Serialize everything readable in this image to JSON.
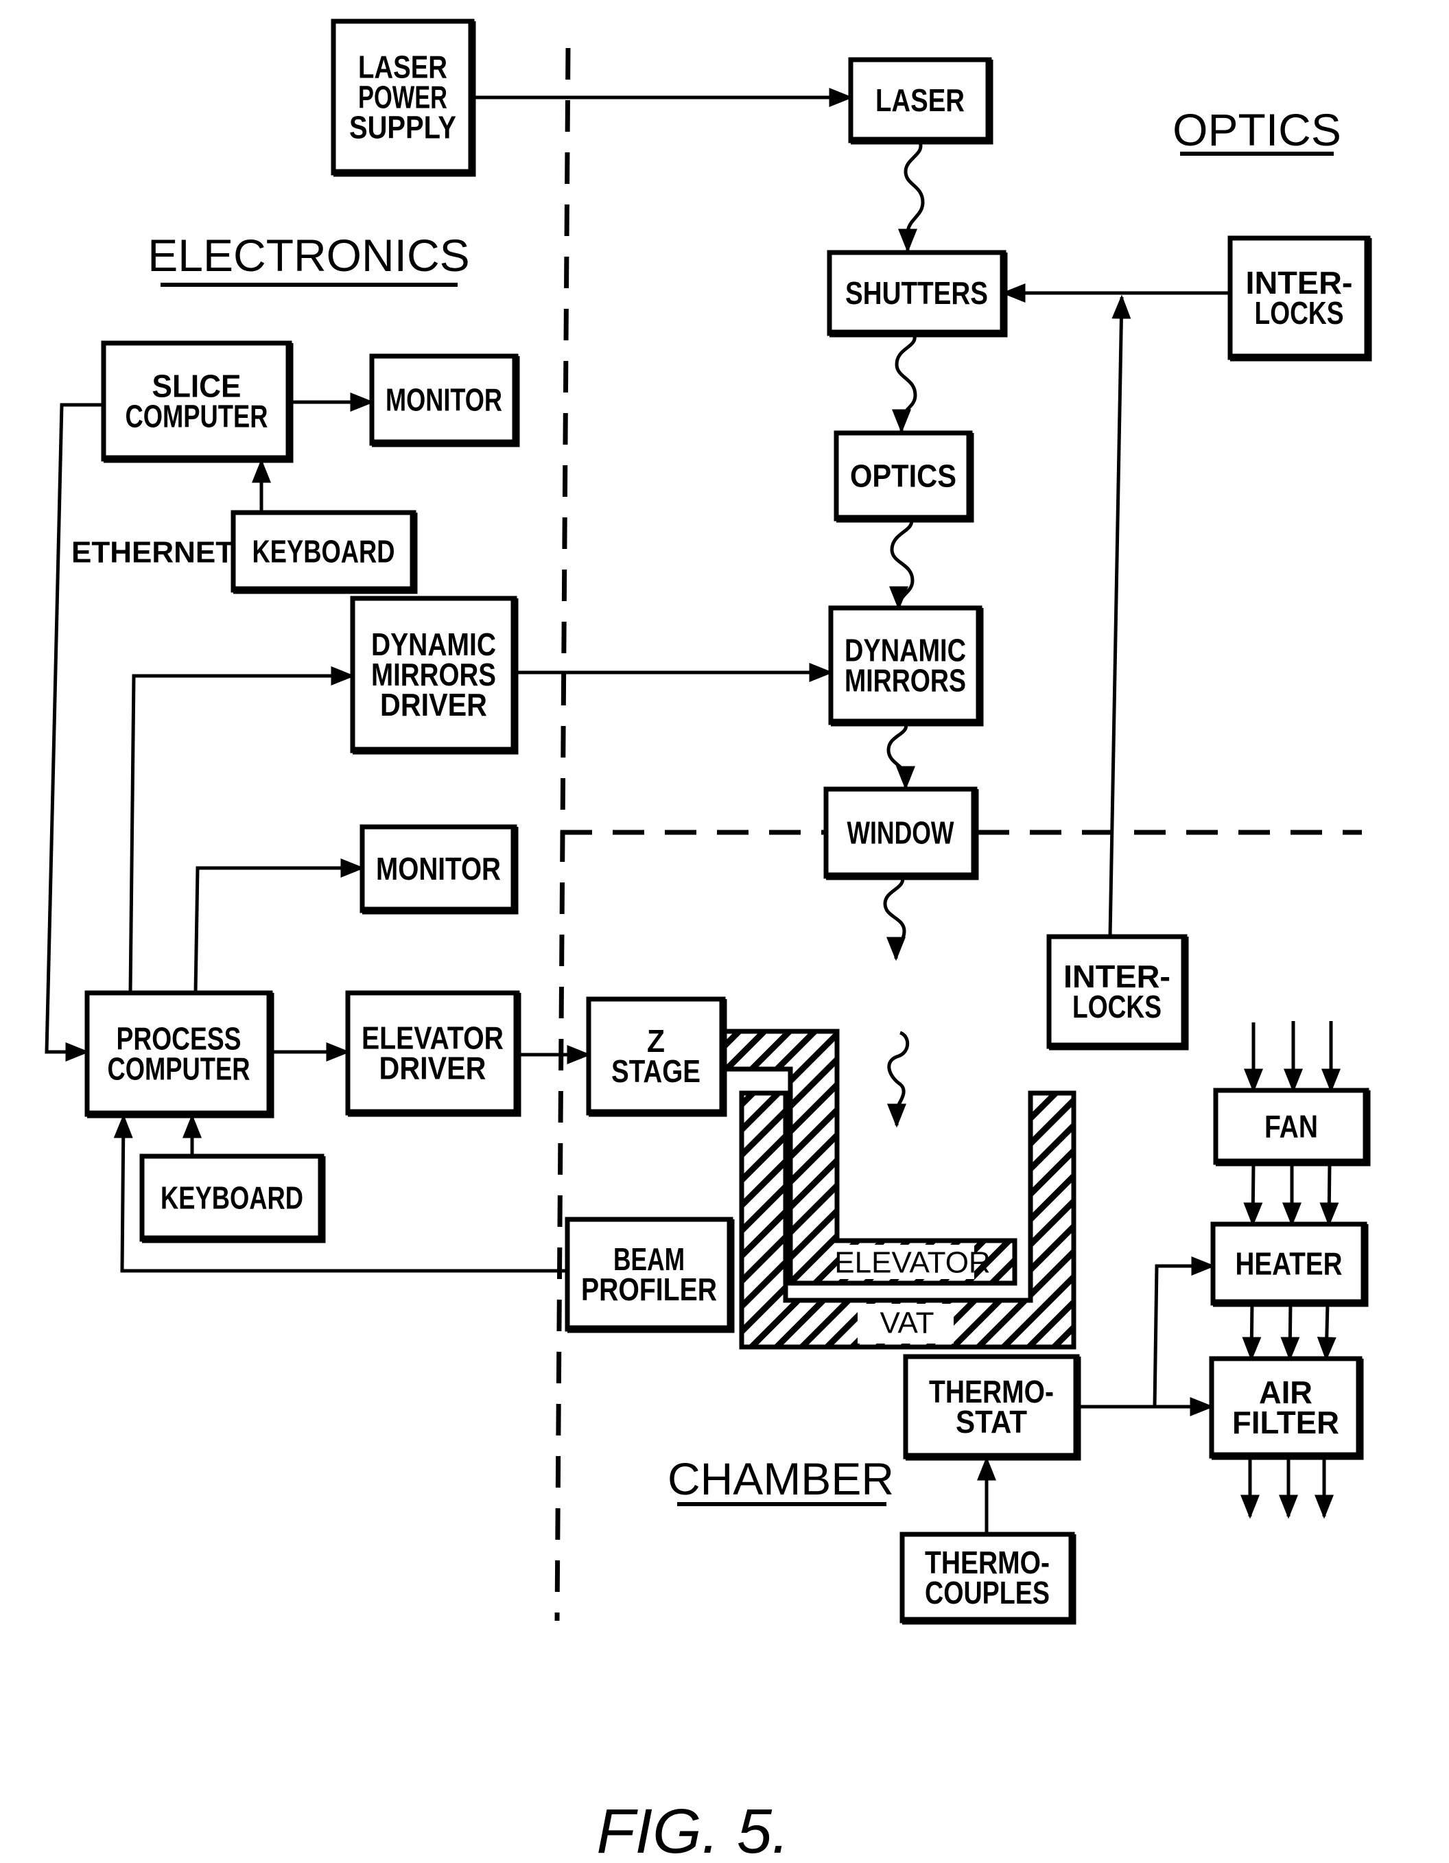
{
  "figure": {
    "caption": "FIG. 5.",
    "sections": {
      "electronics": "ELECTRONICS",
      "optics": "OPTICS",
      "chamber": "CHAMBER"
    },
    "connector_labels": {
      "ethernet": "ETHERNET"
    },
    "blocks": {
      "laser_power_supply": [
        "LASER",
        "POWER",
        "SUPPLY"
      ],
      "laser": [
        "LASER"
      ],
      "shutters": [
        "SHUTTERS"
      ],
      "interlocks_optics": [
        "INTER-",
        "LOCKS"
      ],
      "slice_computer": [
        "SLICE",
        "COMPUTER"
      ],
      "monitor_slice": [
        "MONITOR"
      ],
      "keyboard_slice": [
        "KEYBOARD"
      ],
      "optics": [
        "OPTICS"
      ],
      "dynamic_mirrors_driver": [
        "DYNAMIC",
        "MIRRORS",
        "DRIVER"
      ],
      "dynamic_mirrors": [
        "DYNAMIC",
        "MIRRORS"
      ],
      "window": [
        "WINDOW"
      ],
      "monitor_process": [
        "MONITOR"
      ],
      "interlocks_chamber": [
        "INTER-",
        "LOCKS"
      ],
      "process_computer": [
        "PROCESS",
        "COMPUTER"
      ],
      "elevator_driver": [
        "ELEVATOR",
        "DRIVER"
      ],
      "z_stage": [
        "Z",
        "STAGE"
      ],
      "keyboard_process": [
        "KEYBOARD"
      ],
      "beam_profiler": [
        "BEAM",
        "PROFILER"
      ],
      "fan": [
        "FAN"
      ],
      "heater": [
        "HEATER"
      ],
      "air_filter": [
        "AIR",
        "FILTER"
      ],
      "thermostat": [
        "THERMO-",
        "STAT"
      ],
      "thermocouples": [
        "THERMO-",
        "COUPLES"
      ]
    },
    "hatched_parts": {
      "elevator": "ELEVATOR",
      "vat": "VAT"
    },
    "connections": [
      {
        "from": "laser_power_supply",
        "to": "laser",
        "kind": "electrical"
      },
      {
        "from": "laser",
        "to": "shutters",
        "kind": "beam"
      },
      {
        "from": "interlocks_optics",
        "to": "shutters",
        "kind": "electrical"
      },
      {
        "from": "interlocks_chamber",
        "to": "shutters",
        "kind": "electrical"
      },
      {
        "from": "shutters",
        "to": "optics",
        "kind": "beam"
      },
      {
        "from": "optics",
        "to": "dynamic_mirrors",
        "kind": "beam"
      },
      {
        "from": "dynamic_mirrors",
        "to": "window",
        "kind": "beam"
      },
      {
        "from": "window",
        "to": "vat",
        "kind": "beam"
      },
      {
        "from": "slice_computer",
        "to": "monitor_slice",
        "kind": "electrical"
      },
      {
        "from": "keyboard_slice",
        "to": "slice_computer",
        "kind": "electrical"
      },
      {
        "from": "slice_computer",
        "to": "process_computer",
        "kind": "ethernet"
      },
      {
        "from": "process_computer",
        "to": "dynamic_mirrors_driver",
        "kind": "electrical"
      },
      {
        "from": "dynamic_mirrors_driver",
        "to": "dynamic_mirrors",
        "kind": "electrical"
      },
      {
        "from": "process_computer",
        "to": "monitor_process",
        "kind": "electrical"
      },
      {
        "from": "process_computer",
        "to": "elevator_driver",
        "kind": "electrical"
      },
      {
        "from": "elevator_driver",
        "to": "z_stage",
        "kind": "electrical"
      },
      {
        "from": "keyboard_process",
        "to": "process_computer",
        "kind": "electrical"
      },
      {
        "from": "beam_profiler",
        "to": "process_computer",
        "kind": "electrical"
      },
      {
        "from": "thermocouples",
        "to": "thermostat",
        "kind": "electrical"
      },
      {
        "from": "thermostat",
        "to": "heater",
        "kind": "electrical"
      },
      {
        "from": "thermostat",
        "to": "air_filter",
        "kind": "electrical"
      },
      {
        "from": "fan",
        "to": "heater",
        "kind": "airflow"
      },
      {
        "from": "heater",
        "to": "air_filter",
        "kind": "airflow"
      }
    ]
  }
}
